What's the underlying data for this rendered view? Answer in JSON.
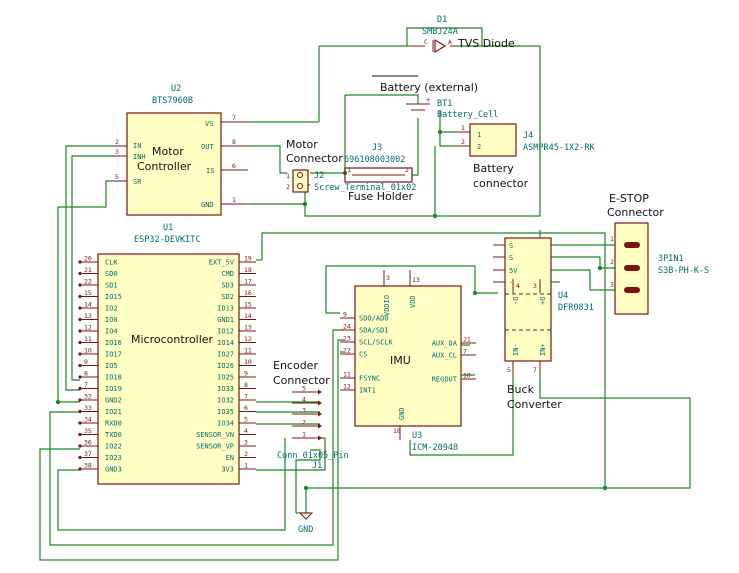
{
  "components": {
    "u2": {
      "ref": "U2",
      "value": "BTS7960B",
      "title_line1": "Motor",
      "title_line2": "Controller",
      "pins_left": [
        [
          "2",
          "IN"
        ],
        [
          "3",
          "INH"
        ],
        [
          "5",
          "SR"
        ]
      ],
      "pins_right": [
        [
          "7",
          "VS"
        ],
        [
          "8",
          "OUT"
        ],
        [
          "6",
          "IS"
        ],
        [
          "1",
          "GND"
        ]
      ]
    },
    "u1": {
      "ref": "U1",
      "value": "ESP32-DEVKITC",
      "title": "Microcontroller",
      "pins_left": [
        [
          "20",
          "CLK"
        ],
        [
          "21",
          "SD0"
        ],
        [
          "22",
          "SD1"
        ],
        [
          "15",
          "IO15"
        ],
        [
          "14",
          "IO2"
        ],
        [
          "13",
          "IO0"
        ],
        [
          "12",
          "IO4"
        ],
        [
          "11",
          "IO16"
        ],
        [
          "10",
          "IO17"
        ],
        [
          "9",
          "IO5"
        ],
        [
          "8",
          "IO18"
        ],
        [
          "7",
          "IO19"
        ],
        [
          "32",
          "GND2"
        ],
        [
          "33",
          "IO21"
        ],
        [
          "34",
          "RXD0"
        ],
        [
          "35",
          "TXD0"
        ],
        [
          "36",
          "IO22"
        ],
        [
          "37",
          "IO23"
        ],
        [
          "38",
          "GND3"
        ]
      ],
      "pins_right": [
        [
          "19",
          "EXT_5V"
        ],
        [
          "18",
          "CMD"
        ],
        [
          "17",
          "SD3"
        ],
        [
          "16",
          "SD2"
        ],
        [
          "15",
          "IO13"
        ],
        [
          "14",
          "GND1"
        ],
        [
          "13",
          "IO12"
        ],
        [
          "12",
          "IO14"
        ],
        [
          "11",
          "IO27"
        ],
        [
          "10",
          "IO26"
        ],
        [
          "9",
          "IO25"
        ],
        [
          "8",
          "IO33"
        ],
        [
          "7",
          "IO32"
        ],
        [
          "6",
          "IO35"
        ],
        [
          "5",
          "IO34"
        ],
        [
          "4",
          "SENSOR_VN"
        ],
        [
          "3",
          "SENSOR_VP"
        ],
        [
          "2",
          "EN"
        ],
        [
          "1",
          "3V3"
        ]
      ]
    },
    "u3": {
      "ref": "U3",
      "value": "ICM-20948",
      "title": "IMU",
      "top_pins": [
        [
          "3",
          "VDDIO"
        ],
        [
          "13",
          "VDD"
        ]
      ],
      "pins_left": [
        [
          "9",
          "SDO/AD0"
        ],
        [
          "24",
          "SDA/SDI"
        ],
        [
          "23",
          "SCL/SCLK"
        ],
        [
          "22",
          "CS"
        ],
        [
          "11",
          "FSYNC"
        ],
        [
          "12",
          "INT1"
        ]
      ],
      "pins_right": [
        [
          "21",
          "AUX_DA"
        ],
        [
          "7",
          "AUX_CL"
        ],
        [
          "10",
          "REGOUT"
        ]
      ],
      "bottom_pin": [
        "18",
        "GND"
      ]
    },
    "u4": {
      "ref": "U4",
      "value": "DFR0831",
      "title_line1": "Buck",
      "title_line2": "Converter",
      "pins_left": [
        [
          "S"
        ],
        [
          "S"
        ],
        [
          "5V"
        ],
        [
          "-"
        ]
      ],
      "pin_labels_inner": [
        "-O",
        "+O",
        "IN-",
        "IN+"
      ],
      "pin_nums": [
        "4",
        "3",
        "5",
        "7"
      ]
    },
    "j1": {
      "ref": "J1",
      "value": "Conn_01x05_Pin",
      "title_line1": "Encoder",
      "title_line2": "Connector",
      "pins": [
        "5",
        "4",
        "3",
        "2",
        "1"
      ]
    },
    "j2": {
      "ref": "J2",
      "value": "Screw_Terminal_01x02",
      "title_line1": "Motor",
      "title_line2": "Connector",
      "pins": [
        "1",
        "2"
      ]
    },
    "j3": {
      "ref": "J3",
      "value": "696108003002",
      "title": "Fuse Holder"
    },
    "j4": {
      "ref": "J4",
      "value": "ASMPR45-1X2-RK",
      "title_line1": "Battery",
      "title_line2": "connector",
      "pins": [
        "1",
        "2"
      ]
    },
    "d1": {
      "ref": "D1",
      "value": "SMBJ24A",
      "title": "TVS Diode"
    },
    "bt1": {
      "ref": "BT1",
      "value": "Battery_Cell",
      "title": "Battery (external)",
      "plus": "+"
    },
    "estop": {
      "ref": "3PIN1",
      "value": "S3B-PH-K-S",
      "title_line1": "E-STOP",
      "title_line2": "Connector",
      "pins": [
        "1",
        "2",
        "3"
      ]
    },
    "gnd": {
      "label": "GND"
    }
  },
  "colors": {
    "wire": "#1a8a1a",
    "body_fill": "#ffffc4",
    "body_stroke": "#7a1414",
    "ref_text": "#006b6b"
  }
}
